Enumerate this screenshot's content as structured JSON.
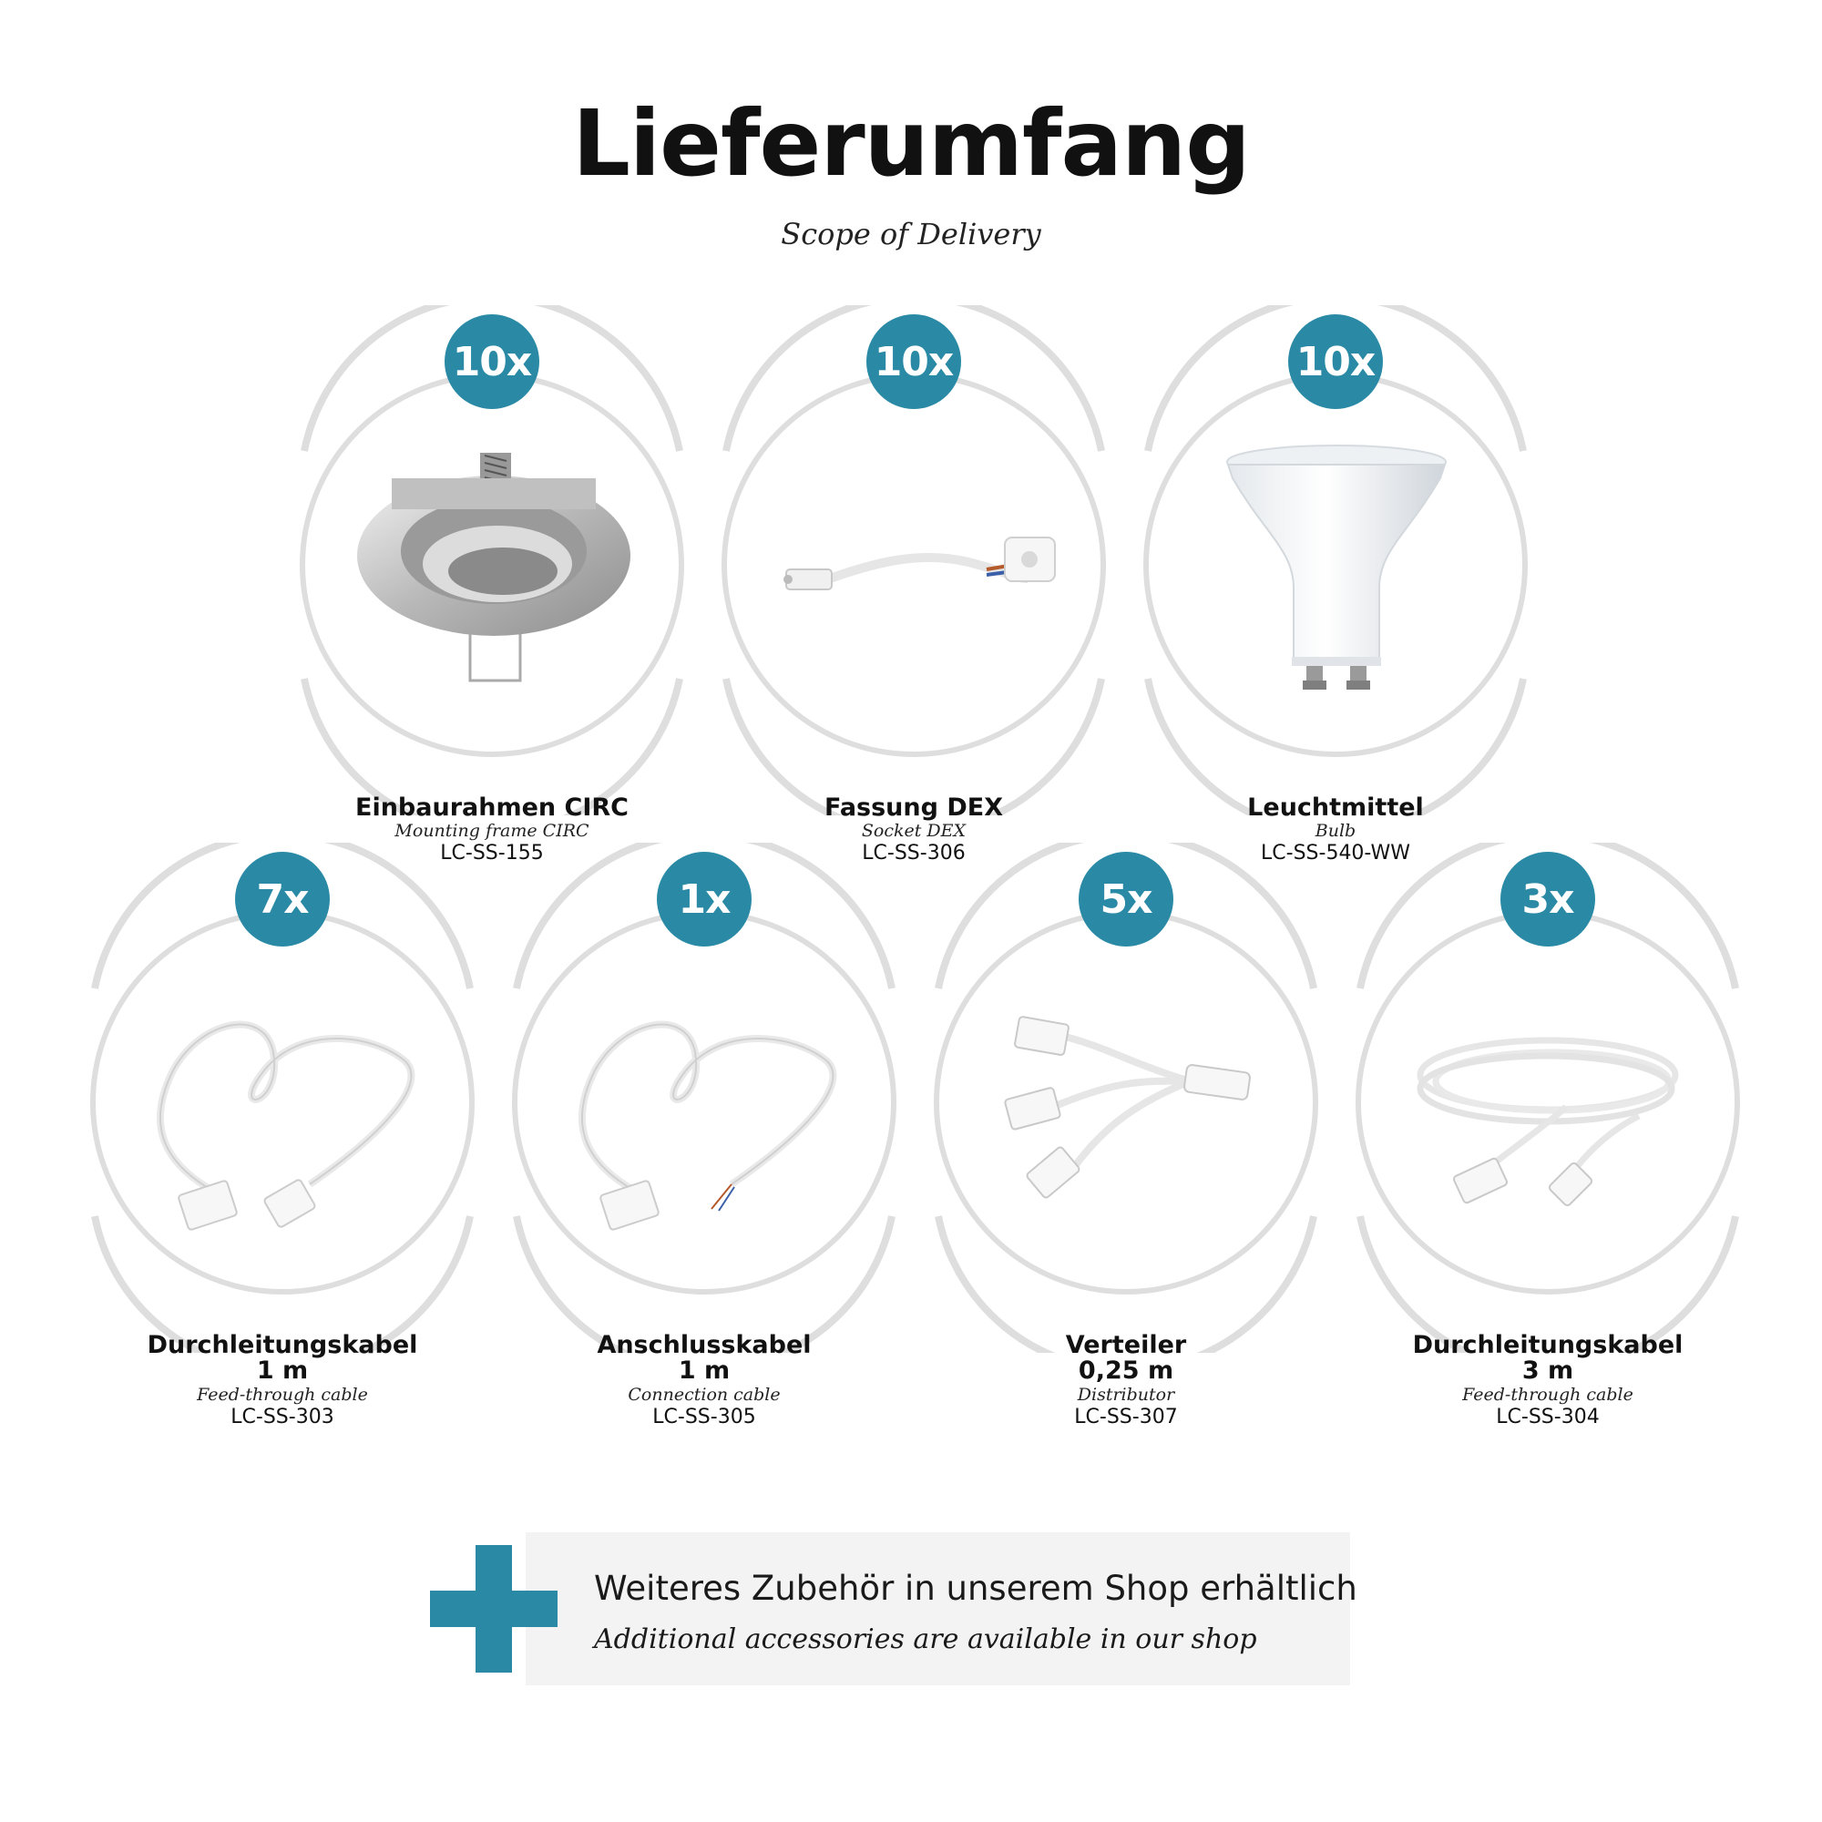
{
  "header": {
    "title": "Lieferumfang",
    "subtitle": "Scope of Delivery"
  },
  "colors": {
    "accent": "#2a8aa6",
    "ring": "#dedede"
  },
  "items": [
    {
      "qty": "10x",
      "de": "Einbaurahmen CIRC",
      "de2": "",
      "en": "Mounting frame CIRC",
      "code": "LC-SS-155",
      "icon": "mounting-frame-icon"
    },
    {
      "qty": "10x",
      "de": "Fassung DEX",
      "de2": "",
      "en": "Socket DEX",
      "code": "LC-SS-306",
      "icon": "socket-icon"
    },
    {
      "qty": "10x",
      "de": "Leuchtmittel",
      "de2": "",
      "en": "Bulb",
      "code": "LC-SS-540-WW",
      "icon": "bulb-icon"
    },
    {
      "qty": "7x",
      "de": "Durchleitungskabel",
      "de2": "1 m",
      "en": "Feed-through cable",
      "code": "LC-SS-303",
      "icon": "feed-through-cable-icon"
    },
    {
      "qty": "1x",
      "de": "Anschlusskabel",
      "de2": "1 m",
      "en": "Connection cable",
      "code": "LC-SS-305",
      "icon": "connection-cable-icon"
    },
    {
      "qty": "5x",
      "de": "Verteiler",
      "de2": "0,25 m",
      "en": "Distributor",
      "code": "LC-SS-307",
      "icon": "distributor-icon"
    },
    {
      "qty": "3x",
      "de": "Durchleitungskabel",
      "de2": "3 m",
      "en": "Feed-through cable",
      "code": "LC-SS-304",
      "icon": "feed-through-cable-long-icon"
    }
  ],
  "footer": {
    "line_de": "Weiteres Zubehör in unserem Shop erhältlich",
    "line_en": "Additional accessories are available in our shop",
    "icon": "plus-icon"
  }
}
